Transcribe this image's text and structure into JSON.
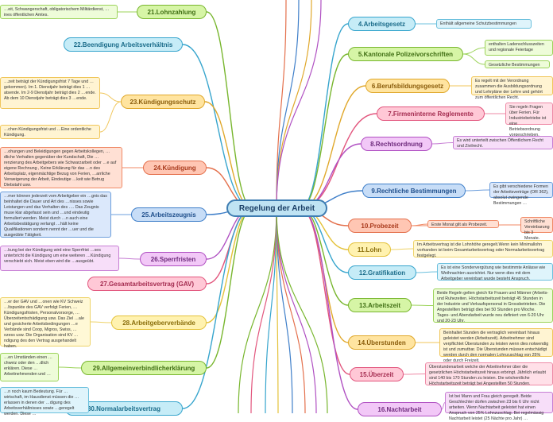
{
  "title": "Regelung der Arbeit",
  "topics": [
    {
      "label": "21.Lohnzahlung",
      "fill": "#d6f5a6",
      "stroke": "#78b62e",
      "text": "#3f6e13"
    },
    {
      "label": "22.Beendigung Arbeitsverhältnis",
      "fill": "#c6ecf7",
      "stroke": "#37a5cd",
      "text": "#1b6c8a"
    },
    {
      "label": "23.Kündigungsschutz",
      "fill": "#ffe4a0",
      "stroke": "#e0a82b",
      "text": "#8a5c0b"
    },
    {
      "label": "24.Kündigung",
      "fill": "#ffc6b3",
      "stroke": "#e4704c",
      "text": "#a93a1c"
    },
    {
      "label": "25.Arbeitszeugnis",
      "fill": "#c7ddf7",
      "stroke": "#3f7fc9",
      "text": "#1f4f8c"
    },
    {
      "label": "26.Sperrfristen",
      "fill": "#f2c8f7",
      "stroke": "#b050c2",
      "text": "#6e2a7c"
    },
    {
      "label": "27.Gesamtarbeitsvertrag (GAV)",
      "fill": "#ffc8d6",
      "stroke": "#e2557d",
      "text": "#a42c50"
    },
    {
      "label": "28.Arbeitgeberverbände",
      "fill": "#fff2b0",
      "stroke": "#e4c23a",
      "text": "#8a6e0b"
    },
    {
      "label": "29.Allgemeinverbindlicherklärung",
      "fill": "#d6f5a6",
      "stroke": "#78b62e",
      "text": "#3f6e13"
    },
    {
      "label": "30.Normalarbeitsvertrag",
      "fill": "#c6ecf7",
      "stroke": "#37a5cd",
      "text": "#1b6c8a"
    },
    {
      "label": "4.Arbeitsgesetz",
      "fill": "#c6ecf7",
      "stroke": "#37a5cd",
      "text": "#1b6c8a"
    },
    {
      "label": "5.Kantonale Polizeivorschriften",
      "fill": "#d6f5a6",
      "stroke": "#78b62e",
      "text": "#3f6e13"
    },
    {
      "label": "6.Berufsbildungsgesetz",
      "fill": "#ffe4a0",
      "stroke": "#e0a82b",
      "text": "#8a5c0b"
    },
    {
      "label": "7.Firmeninterne Reglemente",
      "fill": "#ffc8d6",
      "stroke": "#e2557d",
      "text": "#a42c50"
    },
    {
      "label": "8.Rechtsordnung",
      "fill": "#f2c8f7",
      "stroke": "#b050c2",
      "text": "#6e2a7c"
    },
    {
      "label": "9.Rechtliche Bestimmungen",
      "fill": "#c7ddf7",
      "stroke": "#3f7fc9",
      "text": "#1f4f8c"
    },
    {
      "label": "10.Probezeit",
      "fill": "#ffc6b3",
      "stroke": "#e4704c",
      "text": "#a93a1c"
    },
    {
      "label": "11.Lohn",
      "fill": "#fff2b0",
      "stroke": "#e4c23a",
      "text": "#8a6e0b"
    },
    {
      "label": "12.Gratifikation",
      "fill": "#c6ecf7",
      "stroke": "#37a5cd",
      "text": "#1b6c8a"
    },
    {
      "label": "13.Arbeitszeit",
      "fill": "#d6f5a6",
      "stroke": "#78b62e",
      "text": "#3f6e13"
    },
    {
      "label": "14.Überstunden",
      "fill": "#ffe4a0",
      "stroke": "#e0a82b",
      "text": "#8a5c0b"
    },
    {
      "label": "15.Überzeit",
      "fill": "#ffc8d6",
      "stroke": "#e2557d",
      "text": "#a42c50"
    },
    {
      "label": "16.Nachtarbeit",
      "fill": "#f2c8f7",
      "stroke": "#b050c2",
      "text": "#6e2a7c"
    }
  ],
  "notes": [
    {
      "text": "…eit, Schwangerschaft, obligatorischem Militärdienst, …ines öffentlichen Amtes.",
      "fill": "#eefcd9",
      "stroke": "#9cd35a"
    },
    {
      "text": "…zeit beträgt der Kündigungsfrist 7 Tage und …gekommen). Im 1. Dienstjahr beträgt dies 1 …atsende. Im 2-9 Dienstjahr beträgt dies 2 …ende. Ab dem 10 Dienstjahr beträgt dies 3 …ende.",
      "fill": "#fff4d2",
      "stroke": "#f0c65a"
    },
    {
      "text": "…chen Kündigungsfrist und …Eine ordentliche Kündigung.",
      "fill": "#fff4d2",
      "stroke": "#f0c65a"
    },
    {
      "text": "…ohungen und Beleidigungen gegen Arbeitskollegen, …dliche Verhalten gegenüber der Kundschaft, Die …renzierung des Arbeitgebers wie Schwarzarbeit oder …e auf eigene Rechnung , Keine Erklärung für das …n des Arbeitsplatz, eigenmächtige Bezug von Ferien, …arrliche Verweigerung der Arbeit, Eindeutige …keit wie Betrug Diebstahl usw.",
      "fill": "#ffe0d4",
      "stroke": "#f08a66"
    },
    {
      "text": "…mer können jederzeit vom Arbeitgeber ein …gnis das beinhaltet die Dauer und Art des …nisses sowie Leistungen und das Verhalten des …. Das Zeugnis muse klar abgefasst sein und …und eindeutig formuliert werden. Meist durch …n auch eine Arbeitsbestätigung verlangt …hält keine Qualifikationen sondern nennt der …uer und die ausgeübte Tätigkeit.",
      "fill": "#dbe8fb",
      "stroke": "#6e9fdc"
    },
    {
      "text": "…kung bei der Kündigung wird eine Sperrfrist …ses unterbricht die Kündigung um eine weiteren …Kündigung verschiebt sich. Meist eben wird die …ausgeübt.",
      "fill": "#f7def9",
      "stroke": "#c77fd4"
    },
    {
      "text": "…er der GAV und …onen wie KV Schweiz …ltspunkte des GAV verfolgt Ferien, …Kündigungsfristen, Personalvorsorge, …Überzeitentschädigung usw. Das Ziel …ale und gesicherte Arbeitsbedingungen …e Verbände sind Coop, Migros, Swiss, …ozess usw. Die Organisation sind KV …ndigung des den Vertrag ausgehandelt haben.",
      "fill": "#fff8d6",
      "stroke": "#eed36a"
    },
    {
      "text": "…en Umständen einen …chweiz oder den …dlich erklären. Diese …Arbeitnehmenden und …",
      "fill": "#eefcd9",
      "stroke": "#9cd35a"
    },
    {
      "text": "…n noch kaum Bedeutung. Für …wirtschaft, im Hausdienst müssen die …erlassen in denen der …digung des Arbeitsverhältnisses sowie …geregelt werden. Diese …",
      "fill": "#dff4fb",
      "stroke": "#6cc0dd"
    },
    {
      "text": "Enthält allgemeine Schutzbestimmungen",
      "fill": "#dff4fb",
      "stroke": "#6cc0dd"
    },
    {
      "text": "enthalten Ladenschlusszeiten und regionale Feiertage",
      "fill": "#eefcd9",
      "stroke": "#9cd35a"
    },
    {
      "text": "Gesetzliche Bestimmungen",
      "fill": "#eefcd9",
      "stroke": "#9cd35a"
    },
    {
      "text": "Es regelt mit der Verordnung zusammen die Ausbildungsordnung und Lehrpläne der Lehre und gehört zum öffentlichen Recht.",
      "fill": "#fff4d2",
      "stroke": "#f0c65a"
    },
    {
      "text": "Sie regeln Fragen über Ferien. Für Industriebetriebe ist eine Betriebsordnung vorgeschrieben.",
      "fill": "#ffe0e8",
      "stroke": "#ee8aa6"
    },
    {
      "text": "Es wird unterteilt zwischen Öffentlichem Recht und Zivilrecht.",
      "fill": "#f7def9",
      "stroke": "#c77fd4"
    },
    {
      "text": "Es gibt verschiedene Formen der Arbeitsverträge (OR 362), absolut zwingende Bestimmungen …",
      "fill": "#dbe8fb",
      "stroke": "#6e9fdc"
    },
    {
      "text": "Erste Monat gilt als Probezeit.",
      "fill": "#ffe0d4",
      "stroke": "#f08a66"
    },
    {
      "text": "Schriftliche Vereinbarung bis 3 Monate.",
      "fill": "#ffe0d4",
      "stroke": "#f08a66"
    },
    {
      "text": "Im Arbeitsvertrag ist die Lohnhöhe geregelt.Wenn kein Minimallohn vorhanden ist beim Gesamtarbeitsvertrag oder Normalarbeitsvertrag festgelegt.",
      "fill": "#fff8d6",
      "stroke": "#eed36a"
    },
    {
      "text": "Es ist eine Sondervergütung wie bestimmte Anlässe wie Weihnachten ausrichtet. Nur wenn dies mit dem Arbeitgeber vereinbart wurde besteht Anspruch.",
      "fill": "#dff4fb",
      "stroke": "#6cc0dd"
    },
    {
      "text": "Beide Regeln gelten gleich für Frauen und Männer (Arbeits- und Ruhezeiten. Höchstarbeitszeit beträgt 45 Stunden in der Industrie und Verkaufspersonal in Grossbetrieben. Die Angestellten beträgt dies bei 50 Stunden pro Woche. Tages- und Abendarbeit wurde neu definiert von 6-20 Uhr und 20-23 Uhr.",
      "fill": "#eefcd9",
      "stroke": "#9cd35a"
    },
    {
      "text": "Beinhaltet Stunden die vertraglich vereinbart hinaus geleistet werden (Arbeitszeit). Arbeitnehmer sind verpflichtet Überstunden zu leisten wenn dies notwendig ist und zumutbar. Die Überstunden müssen entschädigt werden durch den normalen Lohnzuschlag von 25% oder durch Freizeit.",
      "fill": "#fff4d2",
      "stroke": "#f0c65a"
    },
    {
      "text": "Überstundenarbeit welche der Arbeitnehmer über die gesetzlichen Höchstarbeitszeit hinaus erbringt. Jährlich erlaubt sind 140 bis 170 Stunden zu leisten. Die wöchentliche Höchstarbeitszeit beträgt bei Angestellten 50 Stunden.",
      "fill": "#ffe0e8",
      "stroke": "#ee8aa6"
    },
    {
      "text": "Ist bei Mann und Frau gleich geregelt. Beide Geschlechter dürfen zwischen 23 bis 6 Uhr nicht arbeiten. Wenn Nachtarbeit geleistet hat einen Anspruch von 25% Lohnzuschlag. Bei regelmässig Nachtarbeit leistet (25 Nächte pro Jahr) …",
      "fill": "#f7def9",
      "stroke": "#c77fd4"
    }
  ]
}
